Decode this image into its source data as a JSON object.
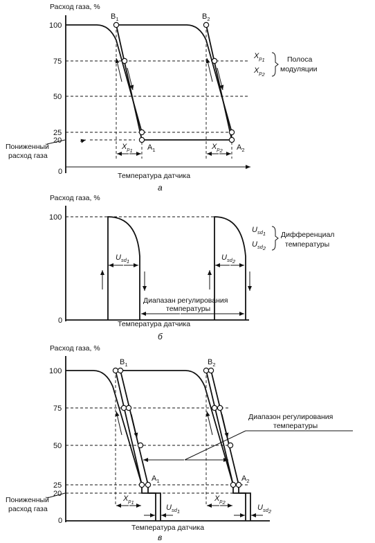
{
  "a": {
    "ylabel": "Расход газа, %",
    "ticks": [
      "100",
      "75",
      "50",
      "25",
      "20",
      "0"
    ],
    "xlabel": "Температура датчика",
    "reduced_label": [
      "Пониженный",
      "расход газа"
    ],
    "points": {
      "B1": "B",
      "B2": "B",
      "A1": "A",
      "A2": "A",
      "sub1": "1",
      "sub2": "2"
    },
    "xp": "X",
    "psub1": "p",
    "psub2": "p",
    "n1": "1",
    "n2": "2",
    "legend": {
      "var1": "X",
      "var2": "X",
      "text": [
        "Полоса",
        "модуляции"
      ]
    },
    "caption": "а"
  },
  "b": {
    "ylabel": "Расход газа, %",
    "ticks": [
      "100",
      "0"
    ],
    "xlabel": "Температура датчика",
    "usd": "U",
    "sdsub": "sd",
    "legend": {
      "text": [
        "Дифференциал",
        "температуры"
      ]
    },
    "range_label": [
      "Диапазан регулирования",
      "температуры"
    ],
    "caption": "б"
  },
  "c": {
    "ylabel": "Расход газа, %",
    "ticks": [
      "100",
      "75",
      "50",
      "25",
      "20",
      "0"
    ],
    "xlabel": "Температура датчика",
    "reduced_label": [
      "Пониженный",
      "расход газа"
    ],
    "range_label": [
      "Диапазон регулирования",
      "температуры"
    ],
    "caption": "в"
  }
}
